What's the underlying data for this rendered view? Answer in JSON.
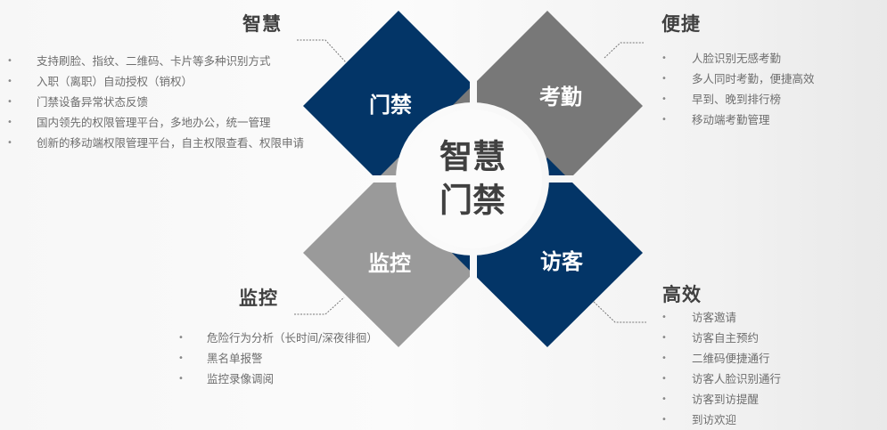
{
  "center": {
    "line1": "智慧",
    "line2": "门禁"
  },
  "colors": {
    "navy": "#033567",
    "dark_gray": "#787878",
    "light_gray": "#9a9a9a",
    "circle": "#fbfbfb",
    "heading_text": "#404040",
    "body_text": "#6e6e6e"
  },
  "quadrants": [
    {
      "id": "top-left",
      "label": "门禁",
      "color": "navy",
      "heading": "智慧",
      "bullet": "•",
      "items": [
        "支持刷脸、指纹、二维码、卡片等多种识别方式",
        "入职（离职）自动授权（销权）",
        "门禁设备异常状态反馈",
        "国内领先的权限管理平台，多地办公，统一管理",
        "创新的移动端权限管理平台，自主权限查看、权限申请"
      ]
    },
    {
      "id": "top-right",
      "label": "考勤",
      "color": "dark_gray",
      "heading": "便捷",
      "bullet": "•",
      "items": [
        "人脸识别无感考勤",
        "多人同时考勤，便捷高效",
        "早到、晚到排行榜",
        "移动端考勤管理"
      ]
    },
    {
      "id": "bottom-left",
      "label": "监控",
      "color": "light_gray",
      "heading": "监控",
      "bullet": "•",
      "items": [
        "危险行为分析（长时间/深夜徘徊）",
        "黑名单报警",
        "监控录像调阅"
      ]
    },
    {
      "id": "bottom-right",
      "label": "访客",
      "color": "navy",
      "heading": "高效",
      "bullet": "•",
      "items": [
        "访客邀请",
        "访客自主预约",
        "二维码便捷通行",
        "访客人脸识别通行",
        "访客到访提醒",
        "到访欢迎"
      ]
    }
  ]
}
